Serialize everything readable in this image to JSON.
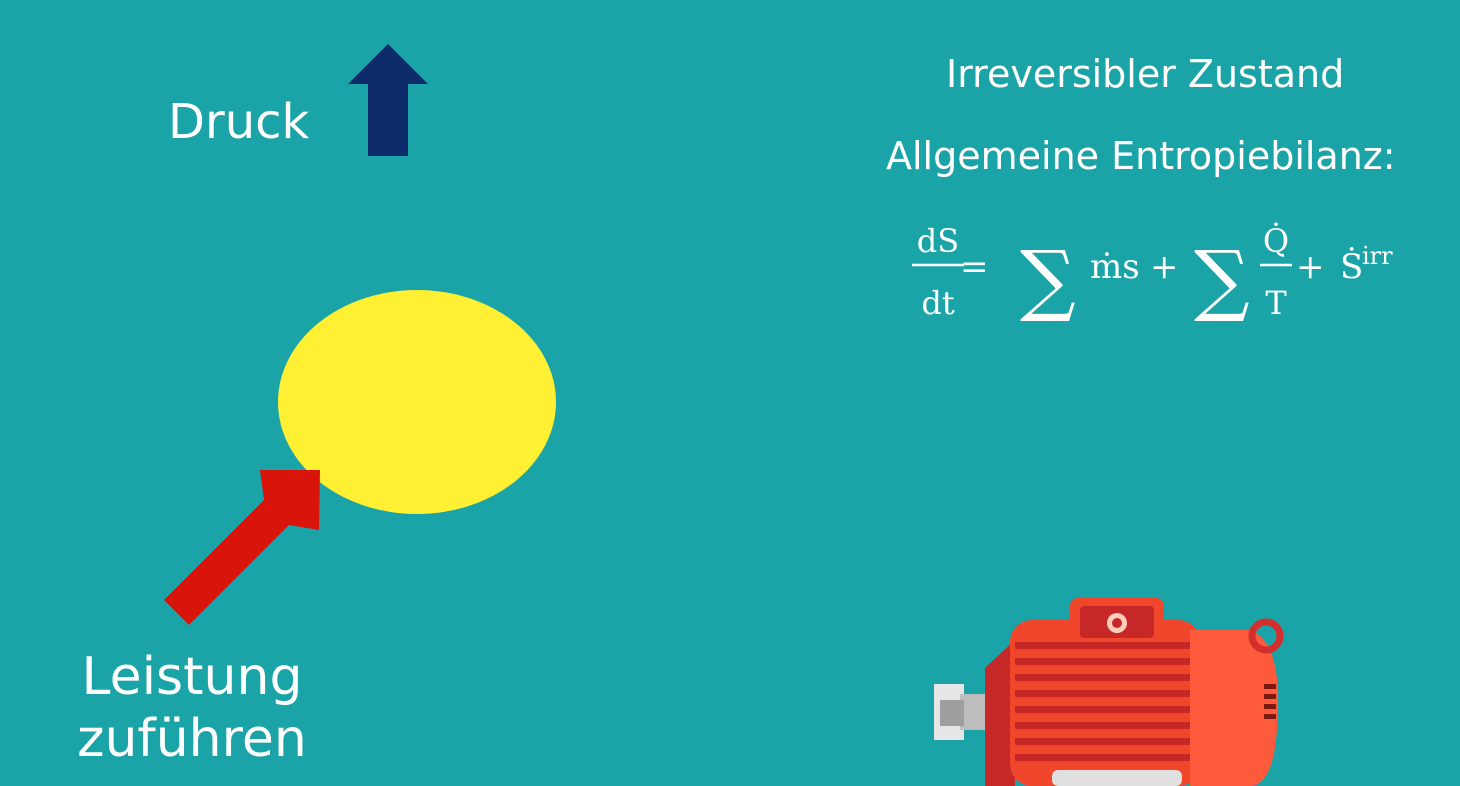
{
  "labels": {
    "pressure": "Druck",
    "power_line1": "Leistung",
    "power_line2": "zuführen"
  },
  "heading": {
    "title": "Irreversibler Zustand",
    "subtitle": "Allgemeine Entropiebilanz:"
  },
  "equation": {
    "lhs_num": "dS",
    "lhs_den": "dt",
    "equals": "=",
    "sum": "∑",
    "term1": "ṁs",
    "plus": "+",
    "q_num": "Q̇",
    "q_den": "T",
    "s_irr": "Ṡ",
    "s_irr_sup": "irr"
  },
  "colors": {
    "background": "#1ba4a8",
    "arrow_up": "#0d2a6b",
    "arrow_diag": "#d9140a",
    "balloon": "#fff033",
    "motor": "#f0472c"
  },
  "icons": {
    "up_arrow": "arrow-up-icon",
    "diag_arrow": "arrow-up-right-icon",
    "motor": "electric-motor-icon"
  }
}
